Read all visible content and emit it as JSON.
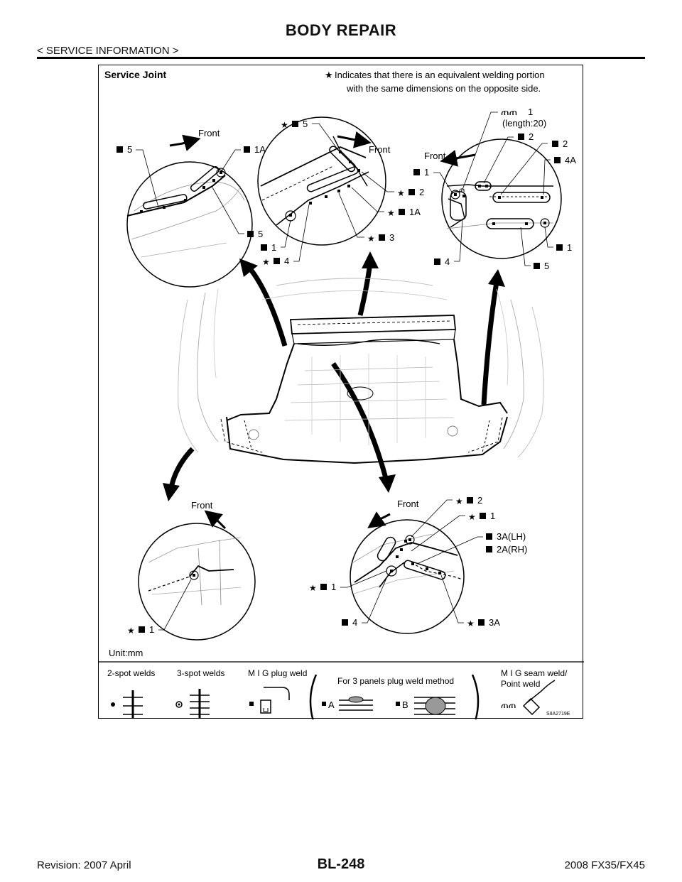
{
  "header": {
    "title": "BODY REPAIR",
    "section": "< SERVICE INFORMATION >"
  },
  "figure": {
    "heading": "Service Joint",
    "star_note_line1": "Indicates that there is an equivalent welding portion",
    "star_note_line2": "with the same dimensions on the opposite side.",
    "front_label": "Front",
    "unit": "Unit:mm",
    "figure_id": "SIIA2719E",
    "detail_top_left": {
      "labels": [
        "5",
        "1A",
        "5"
      ]
    },
    "detail_top_center": {
      "labels": [
        "5",
        "2",
        "1A",
        "3",
        "1",
        "4"
      ]
    },
    "detail_top_right": {
      "seam_count": "1",
      "seam_length": "(length:20)",
      "labels": [
        "2",
        "2",
        "4A",
        "1",
        "1",
        "4",
        "5"
      ]
    },
    "detail_bottom_left": {
      "labels": [
        "1"
      ]
    },
    "detail_bottom_right": {
      "labels": [
        "2",
        "1",
        "3A(LH)",
        "2A(RH)",
        "1",
        "4",
        "3A"
      ]
    },
    "legend": {
      "two_spot": "2-spot welds",
      "three_spot": "3-spot welds",
      "plug": "M I G plug weld",
      "three_panel": "For 3 panels plug weld method",
      "method_a": "A",
      "method_b": "B",
      "seam_line1": "M I G seam weld/",
      "seam_line2": "Point weld"
    }
  },
  "footer": {
    "revision": "Revision: 2007 April",
    "page": "BL-248",
    "model": "2008 FX35/FX45"
  }
}
